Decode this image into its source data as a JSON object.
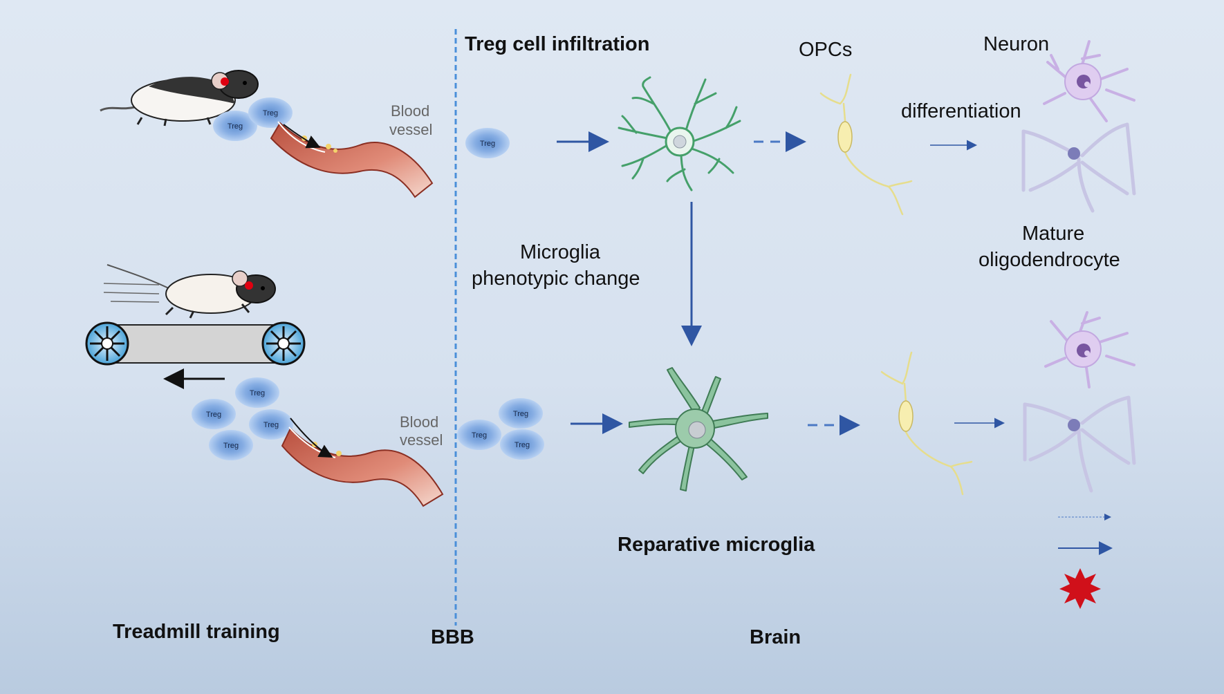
{
  "labels": {
    "treg_infiltration": "Treg cell infiltration",
    "opcs": "OPCs",
    "neuron": "Neuron",
    "differentiation": "differentiation",
    "mature_line1": "Mature",
    "mature_line2": "oligodendrocyte",
    "microglia_line1": "Microglia",
    "microglia_line2": "phenotypic change",
    "reparative_microglia": "Reparative microglia",
    "treadmill_training": "Treadmill training",
    "bbb": "BBB",
    "brain": "Brain",
    "blood_vessel_top_1": "Blood",
    "blood_vessel_top_2": "vessel",
    "blood_vessel_bottom_1": "Blood",
    "blood_vessel_bottom_2": "vessel",
    "treg": "Treg"
  },
  "colors": {
    "arrow_blue": "#2f56a3",
    "dashed_arrow_blue": "#4a78c4",
    "bbb_line": "#4a8fd9",
    "treg_fill": "#8fb6e8",
    "microglia_green": "#5aa87a",
    "opc_yellow": "#efe6a0",
    "neuron_purple": "#d6c2ea",
    "vessel_red": "#c8604f",
    "star_red": "#d0101a"
  }
}
